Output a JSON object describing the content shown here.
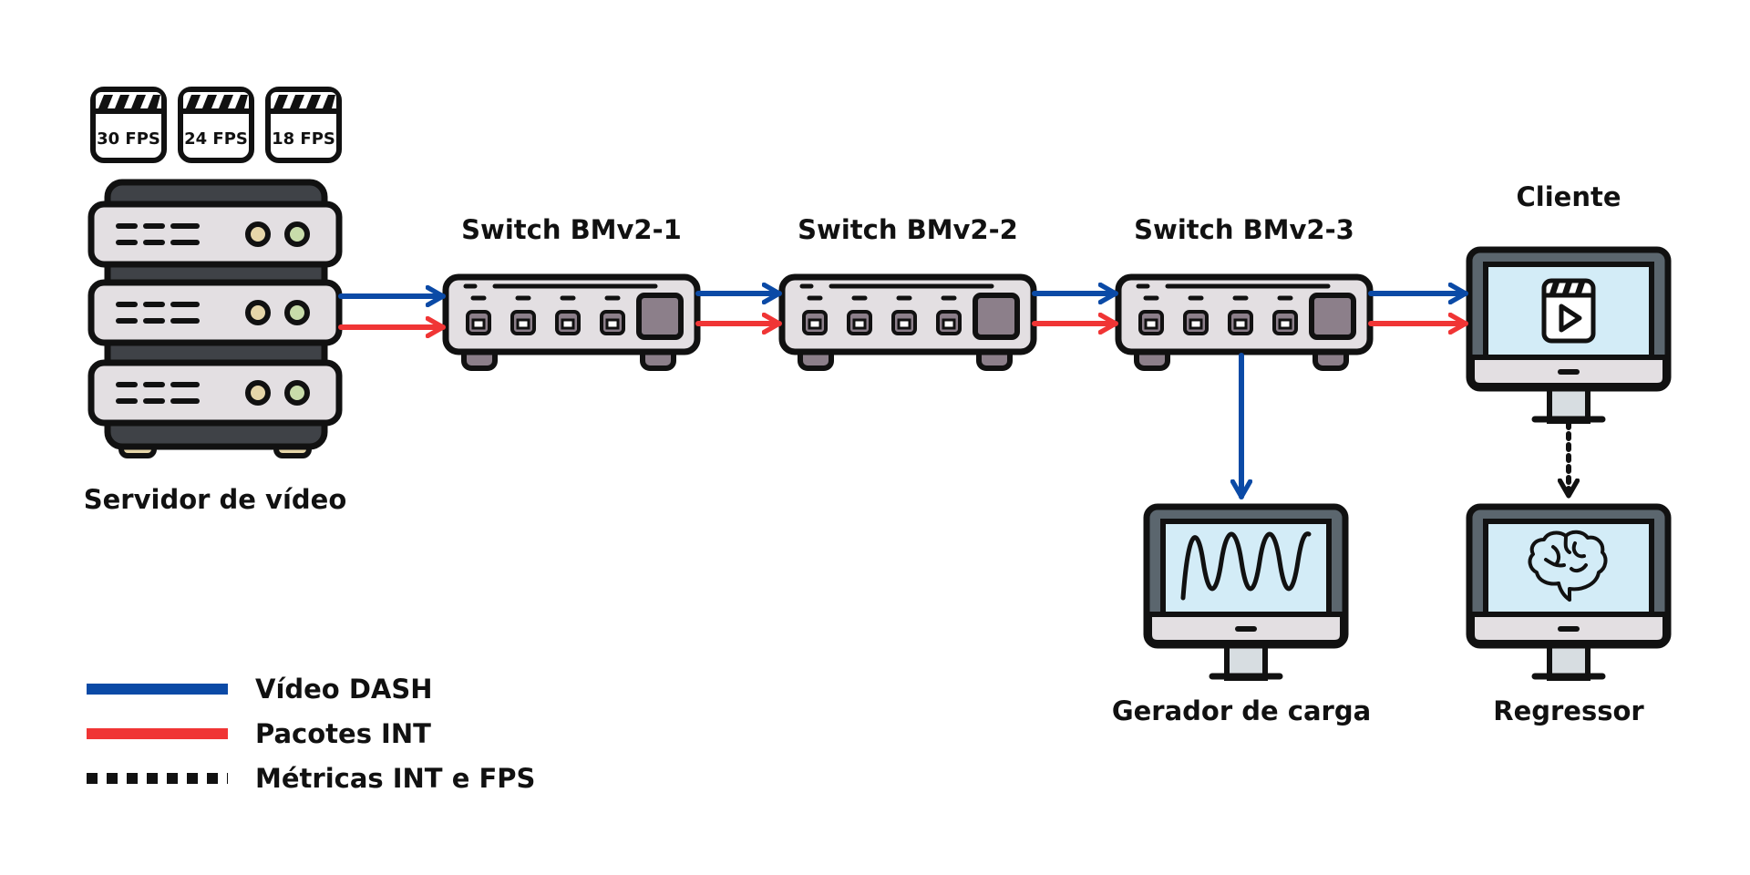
{
  "video_server": {
    "label": "Servidor de vídeo",
    "fps_tags": [
      "30 FPS",
      "24 FPS",
      "18 FPS"
    ]
  },
  "switches": [
    {
      "label": "Switch BMv2-1"
    },
    {
      "label": "Switch BMv2-2"
    },
    {
      "label": "Switch BMv2-3"
    }
  ],
  "client": {
    "label": "Cliente"
  },
  "load_generator": {
    "label": "Gerador de carga"
  },
  "regressor": {
    "label": "Regressor"
  },
  "legend": [
    {
      "label": "Vídeo DASH",
      "style": "solid",
      "color": "#0b4aa6"
    },
    {
      "label": "Pacotes INT",
      "style": "solid",
      "color": "#f03535"
    },
    {
      "label": "Métricas INT e FPS",
      "style": "dotted",
      "color": "#111111"
    }
  ],
  "colors": {
    "dash_blue": "#0b4aa6",
    "int_red": "#f03535",
    "metrics_black": "#111111",
    "screen": "#d3ecf7",
    "device_body": "#e3dfe2",
    "server_dark": "#3f4247",
    "port": "#8c7f8a",
    "foot_gold": "#e6d6a9",
    "monitor_frame": "#5b666e"
  }
}
